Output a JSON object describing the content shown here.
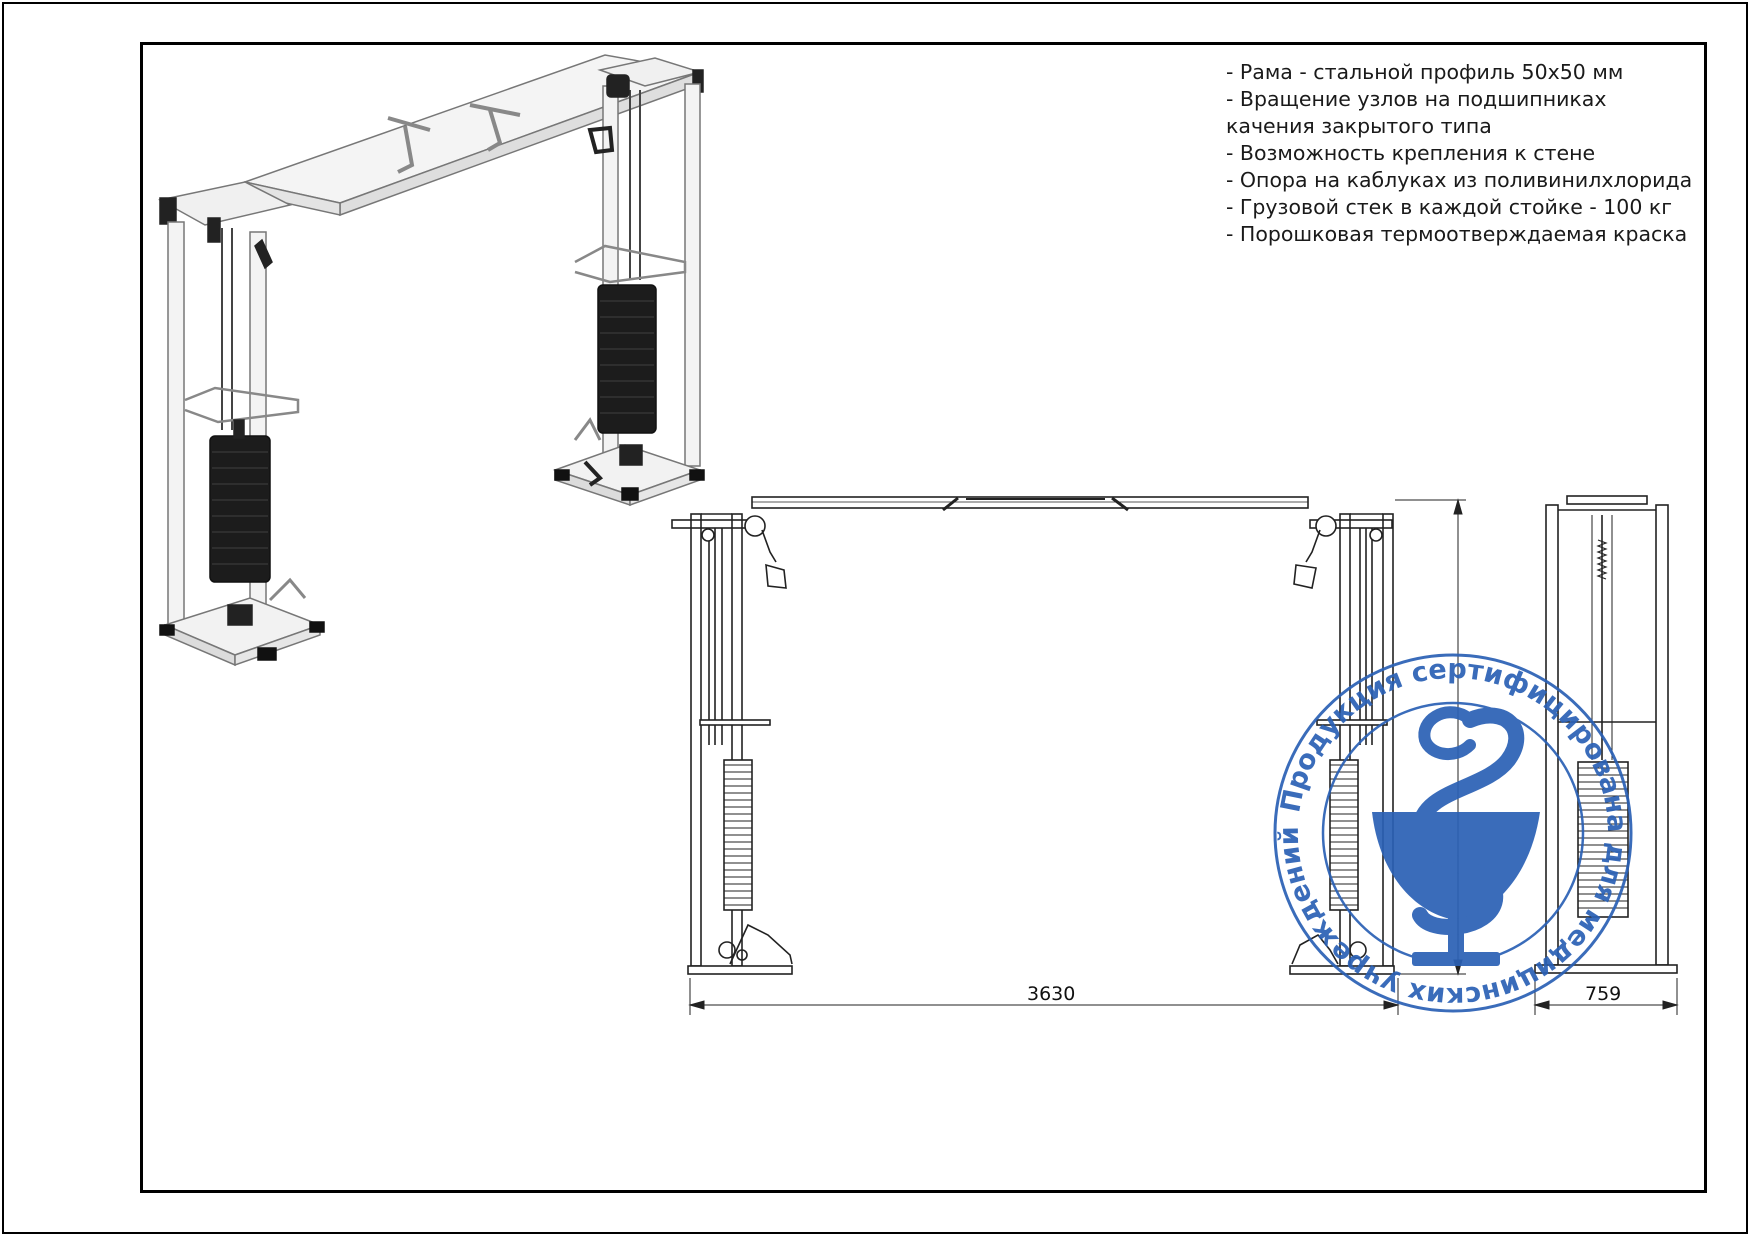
{
  "specifications": [
    "- Рама - стальной профиль 50х50 мм",
    "- Вращение узлов на подшипниках качения закрытого типа",
    "- Возможность крепления к стене",
    "- Опора на каблуках из поливинилхлорида",
    "- Грузовой стек в каждой стойке - 100 кг",
    "- Порошковая термоотверждаемая краска"
  ],
  "dimensions": {
    "width_label": "3630",
    "depth_label": "759"
  },
  "stamp": {
    "text": "Продукция сертифицирована для медицинских учреждений",
    "color": "#2a60b5",
    "icon": "bowl-of-hygieia-icon"
  }
}
